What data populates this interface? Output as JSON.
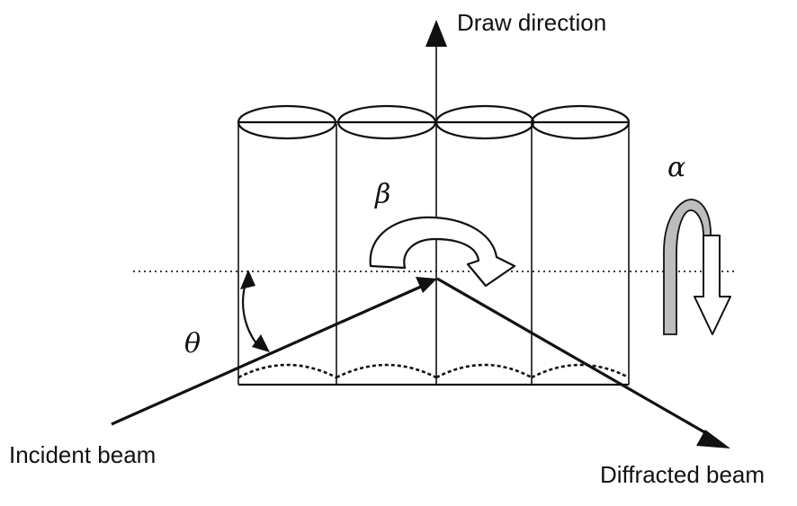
{
  "labels": {
    "draw_direction": "Draw direction",
    "incident_beam": "Incident beam",
    "diffracted_beam": "Diffracted beam",
    "alpha": "α",
    "beta": "β",
    "theta": "θ"
  },
  "colors": {
    "ink": "#111111",
    "alpha_arrow_fill": "#bdbdbd"
  }
}
